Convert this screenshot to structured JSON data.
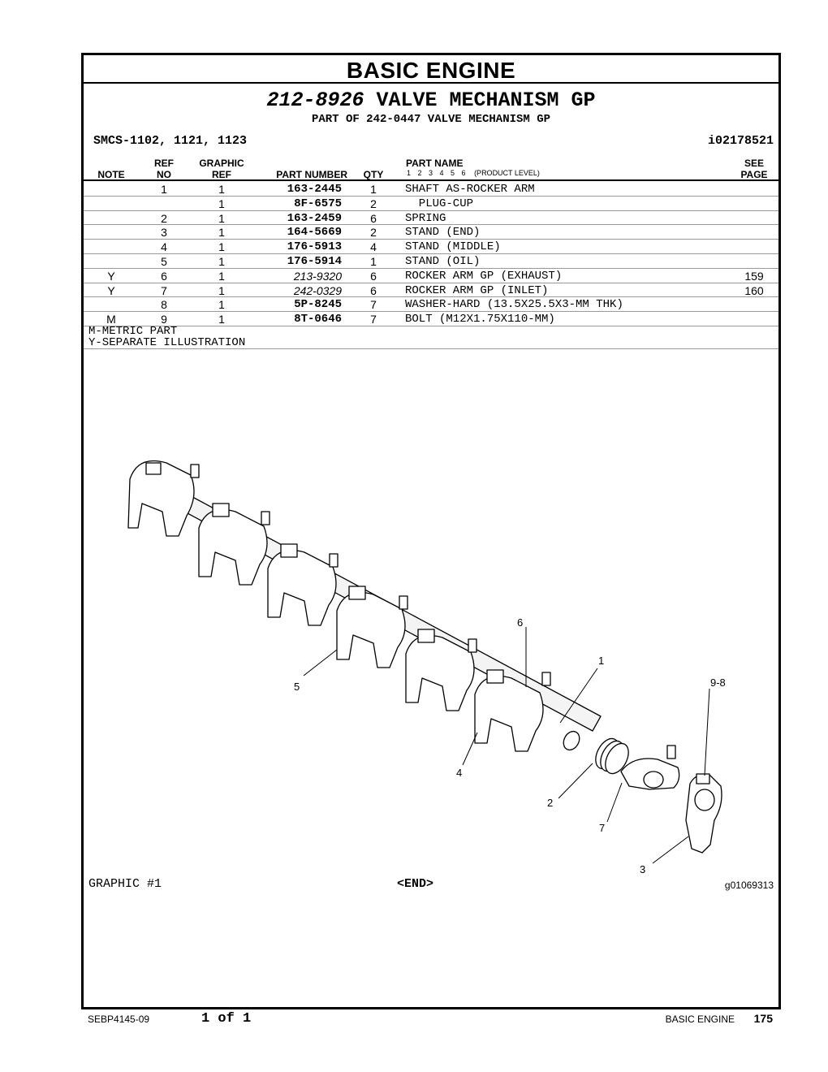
{
  "section_title": "BASIC ENGINE",
  "group": {
    "number": "212-8926",
    "name": "VALVE MECHANISM GP",
    "part_of": "PART OF 242-0447 VALVE MECHANISM GP"
  },
  "smcs": "SMCS-1102, 1121, 1123",
  "ident": "i02178521",
  "headers": {
    "note": "NOTE",
    "ref_top": "REF",
    "ref_bottom": "NO",
    "graphic_top": "GRAPHIC",
    "graphic_bottom": "REF",
    "part_number": "PART NUMBER",
    "qty": "QTY",
    "part_name": "PART NAME",
    "levels": "1 2 3 4 5 6",
    "product_level": "(PRODUCT LEVEL)",
    "see_top": "SEE",
    "see_bottom": "PAGE"
  },
  "rows": [
    {
      "note": "",
      "ref": "1",
      "gref": "1",
      "part": "163-2445",
      "qty": "1",
      "name": "SHAFT AS-ROCKER ARM",
      "see": "",
      "italic": false
    },
    {
      "note": "",
      "ref": "",
      "gref": "1",
      "part": "8F-6575",
      "qty": "2",
      "name": "  PLUG-CUP",
      "see": "",
      "italic": false
    },
    {
      "note": "",
      "ref": "2",
      "gref": "1",
      "part": "163-2459",
      "qty": "6",
      "name": "SPRING",
      "see": "",
      "italic": false
    },
    {
      "note": "",
      "ref": "3",
      "gref": "1",
      "part": "164-5669",
      "qty": "2",
      "name": "STAND (END)",
      "see": "",
      "italic": false
    },
    {
      "note": "",
      "ref": "4",
      "gref": "1",
      "part": "176-5913",
      "qty": "4",
      "name": "STAND (MIDDLE)",
      "see": "",
      "italic": false
    },
    {
      "note": "",
      "ref": "5",
      "gref": "1",
      "part": "176-5914",
      "qty": "1",
      "name": "STAND (OIL)",
      "see": "",
      "italic": false
    },
    {
      "note": "Y",
      "ref": "6",
      "gref": "1",
      "part": "213-9320",
      "qty": "6",
      "name": "ROCKER ARM GP (EXHAUST)",
      "see": "159",
      "italic": true
    },
    {
      "note": "Y",
      "ref": "7",
      "gref": "1",
      "part": "242-0329",
      "qty": "6",
      "name": "ROCKER ARM GP (INLET)",
      "see": "160",
      "italic": true
    },
    {
      "note": "",
      "ref": "8",
      "gref": "1",
      "part": "5P-8245",
      "qty": "7",
      "name": "WASHER-HARD (13.5X25.5X3-MM THK)",
      "see": "",
      "italic": false
    },
    {
      "note": "M",
      "ref": "9",
      "gref": "1",
      "part": "8T-0646",
      "qty": "7",
      "name": "BOLT (M12X1.75X110-MM)",
      "see": "",
      "italic": false
    }
  ],
  "notes": [
    "M-METRIC PART",
    "Y-SEPARATE ILLUSTRATION"
  ],
  "callouts": {
    "c1": "1",
    "c2": "2",
    "c3": "3",
    "c4": "4",
    "c5": "5",
    "c6": "6",
    "c7": "7",
    "c98": "9-8"
  },
  "graphic_label": "GRAPHIC #1",
  "end_mark": "<END>",
  "graphic_id": "g01069313",
  "footer": {
    "doc": "SEBP4145-09",
    "page_of": "1 of 1",
    "section": "BASIC ENGINE",
    "page_number": "175"
  }
}
